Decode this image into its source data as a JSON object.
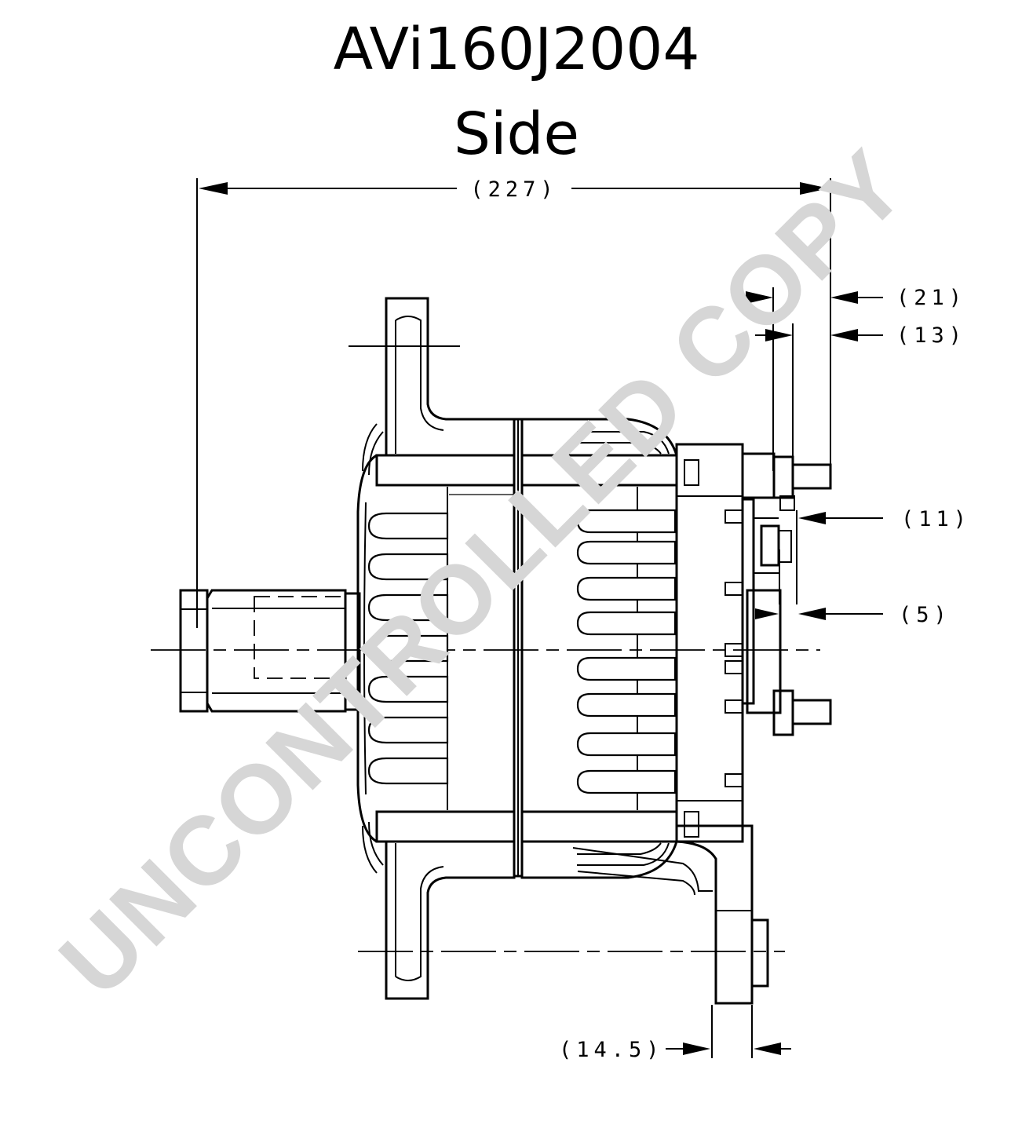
{
  "title": "AVi160J2004",
  "subtitle": "Side",
  "watermark": "UNCONTROLLED COPY",
  "dimensions": {
    "overall_length": "(227)",
    "terminal_21": "(21)",
    "terminal_13": "(13)",
    "terminal_11": "(11)",
    "terminal_5": "(5)",
    "mount_foot": "(14.5)"
  },
  "colors": {
    "line": "#000000",
    "watermark": "#d6d6d6",
    "background": "#ffffff"
  }
}
